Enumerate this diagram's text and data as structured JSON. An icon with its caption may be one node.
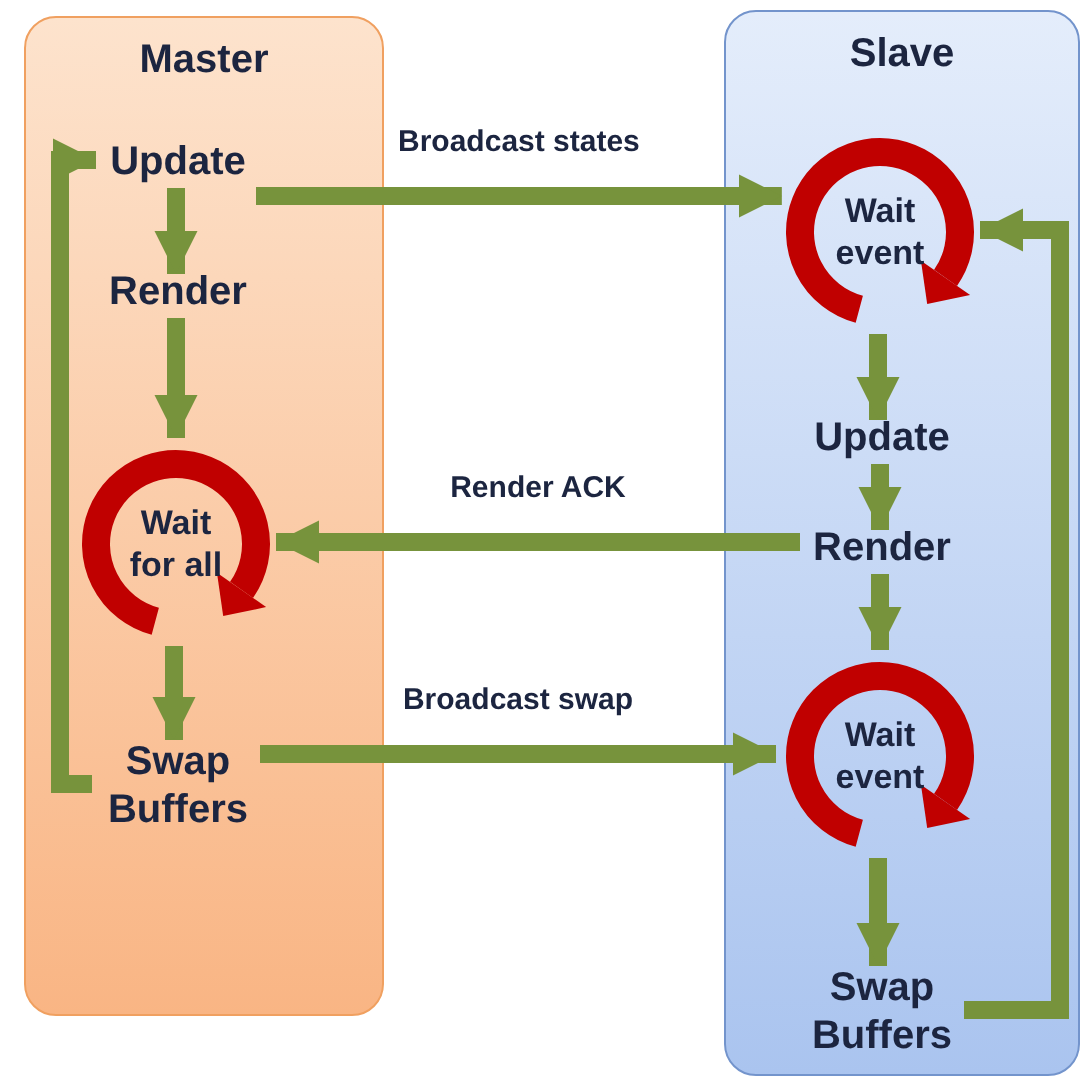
{
  "diagram": {
    "nodes": [
      {
        "text": [
          "Master"
        ]
      },
      {
        "text": [
          "Update"
        ],
        "in": 0
      },
      {
        "text": [
          "Render"
        ],
        "in": 0
      },
      {
        "text": [
          "Wait for all"
        ],
        "in": 0
      },
      {
        "text": [
          "Swap Buffers"
        ],
        "in": 0
      },
      {
        "text": [
          "Slave"
        ]
      },
      {
        "text": [
          "Wait event"
        ],
        "in": 5
      },
      {
        "text": [
          "Update"
        ],
        "in": 5
      },
      {
        "text": [
          "Render"
        ],
        "in": 5
      },
      {
        "text": [
          "Wait event"
        ],
        "in": 5
      },
      {
        "text": [
          "Swap Buffers"
        ],
        "in": 5
      }
    ],
    "edges": [
      {
        "from": 1,
        "to": 2,
        "arrow": "to"
      },
      {
        "from": 2,
        "to": 3,
        "arrow": "to"
      },
      {
        "from": 3,
        "to": 4,
        "arrow": "to"
      },
      {
        "from": 4,
        "to": 1,
        "arrow": "to"
      },
      {
        "from": 1,
        "to": 6,
        "arrow": "to",
        "label": "Broadcast states"
      },
      {
        "from": 8,
        "to": 3,
        "arrow": "to",
        "label": "Render ACK"
      },
      {
        "from": 4,
        "to": 9,
        "arrow": "to",
        "label": "Broadcast swap"
      },
      {
        "from": 6,
        "to": 7,
        "arrow": "to"
      },
      {
        "from": 7,
        "to": 8,
        "arrow": "to"
      },
      {
        "from": 8,
        "to": 9,
        "arrow": "to"
      },
      {
        "from": 9,
        "to": 10,
        "arrow": "to"
      },
      {
        "from": 10,
        "to": 6,
        "arrow": "to"
      }
    ]
  }
}
